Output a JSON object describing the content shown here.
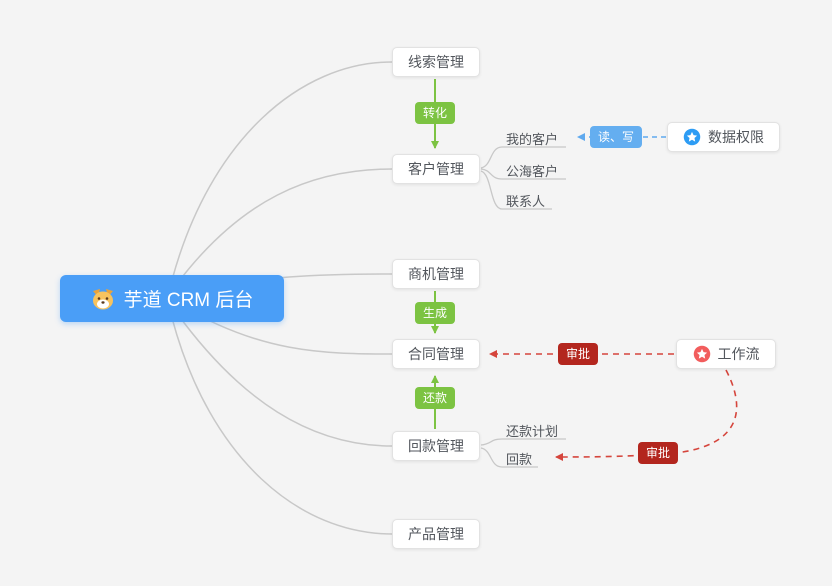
{
  "root": {
    "label": "芋道 CRM 后台",
    "icon": "shiba-dog"
  },
  "modules": [
    {
      "label": "线索管理"
    },
    {
      "label": "客户管理"
    },
    {
      "label": "商机管理"
    },
    {
      "label": "合同管理"
    },
    {
      "label": "回款管理"
    },
    {
      "label": "产品管理"
    }
  ],
  "customer_children": [
    {
      "label": "我的客户"
    },
    {
      "label": "公海客户"
    },
    {
      "label": "联系人"
    }
  ],
  "receivable_children": [
    {
      "label": "还款计划"
    },
    {
      "label": "回款"
    }
  ],
  "side_nodes": {
    "data_permission": {
      "label": "数据权限",
      "icon": "star-circle-blue"
    },
    "workflow": {
      "label": "工作流",
      "icon": "star-circle-red"
    }
  },
  "edge_labels": {
    "convert": "转化",
    "generate": "生成",
    "repay": "还款",
    "read_write": "读、写",
    "approve_contract": "审批",
    "approve_receivable": "审批"
  },
  "colors": {
    "root_bg": "#4a9ef7",
    "green": "#7cc342",
    "red_badge": "#b3261e",
    "red_line": "#d5453c",
    "blue_badge": "#64aef0",
    "blue_line": "#5fa9ee",
    "connector": "#c8c8c8",
    "perm_icon": "#2d9cf4",
    "flow_icon": "#f25d5d",
    "canvas_bg": "#f4f4f4"
  }
}
